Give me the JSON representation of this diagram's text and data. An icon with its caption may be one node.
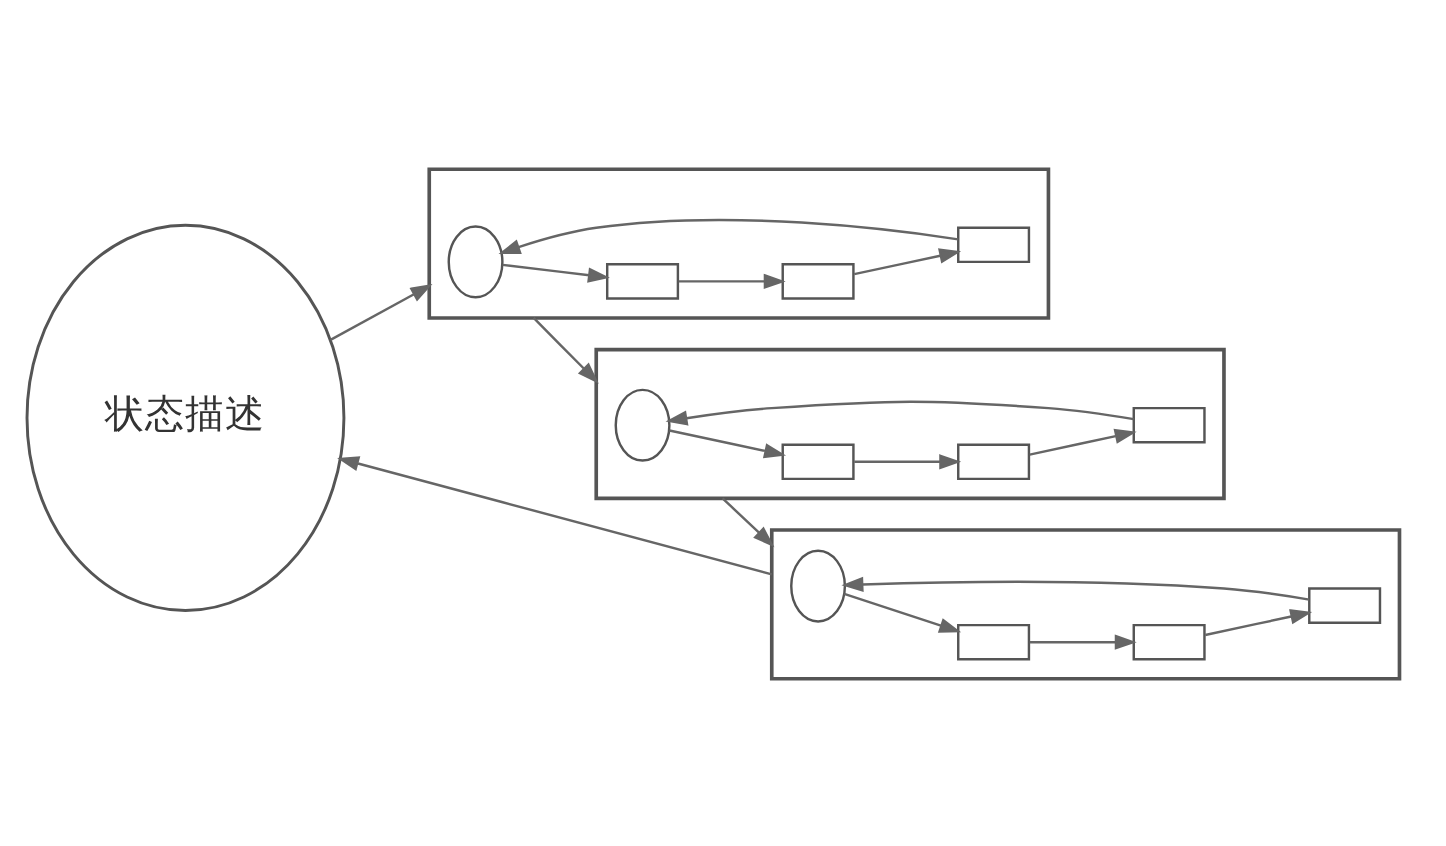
{
  "diagram": {
    "nodes": [
      {
        "text": [
          "状态描述"
        ]
      },
      {
        "text": [],
        "shape": "box"
      },
      {
        "text": [],
        "shape": "circle",
        "in": 1
      },
      {
        "text": [],
        "shape": "box",
        "in": 1
      },
      {
        "text": [],
        "shape": "box",
        "in": 1
      },
      {
        "text": [],
        "shape": "box",
        "in": 1
      },
      {
        "text": [],
        "shape": "box"
      },
      {
        "text": [],
        "shape": "circle",
        "in": 6
      },
      {
        "text": [],
        "shape": "box",
        "in": 6
      },
      {
        "text": [],
        "shape": "box",
        "in": 6
      },
      {
        "text": [],
        "shape": "box",
        "in": 6
      },
      {
        "text": [],
        "shape": "box"
      },
      {
        "text": [],
        "shape": "circle",
        "in": 11
      },
      {
        "text": [],
        "shape": "box",
        "in": 11
      },
      {
        "text": [],
        "shape": "box",
        "in": 11
      },
      {
        "text": [],
        "shape": "box",
        "in": 11
      }
    ],
    "edges": [
      {
        "from": 0,
        "to": 1,
        "arrow": "to"
      },
      {
        "from": 1,
        "to": 6,
        "arrow": "to"
      },
      {
        "from": 6,
        "to": 11,
        "arrow": "to"
      },
      {
        "from": 11,
        "to": 0,
        "arrow": "to"
      },
      {
        "from": 2,
        "to": 3,
        "arrow": "to"
      },
      {
        "from": 3,
        "to": 4,
        "arrow": "to"
      },
      {
        "from": 4,
        "to": 5,
        "arrow": "to"
      },
      {
        "from": 5,
        "to": 2,
        "arrow": "to"
      },
      {
        "from": 7,
        "to": 8,
        "arrow": "to"
      },
      {
        "from": 8,
        "to": 9,
        "arrow": "to"
      },
      {
        "from": 9,
        "to": 10,
        "arrow": "to"
      },
      {
        "from": 10,
        "to": 7,
        "arrow": "to"
      },
      {
        "from": 12,
        "to": 13,
        "arrow": "to"
      },
      {
        "from": 13,
        "to": 14,
        "arrow": "to"
      },
      {
        "from": 14,
        "to": 15,
        "arrow": "to"
      },
      {
        "from": 15,
        "to": 12,
        "arrow": "to"
      }
    ]
  }
}
